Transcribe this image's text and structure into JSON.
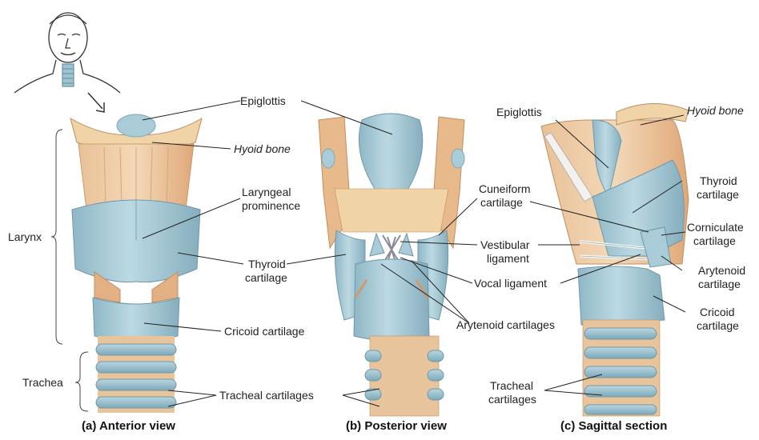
{
  "panels": {
    "anterior": {
      "caption": "(a) Anterior view",
      "labels": {
        "epiglottis": "Epiglottis",
        "hyoid_bone": "Hyoid bone",
        "laryngeal_prominence_1": "Laryngeal",
        "laryngeal_prominence_2": "prominence",
        "thyroid_1": "Thyroid",
        "thyroid_2": "cartilage",
        "cricoid": "Cricoid cartilage",
        "tracheal": "Tracheal cartilages",
        "larynx": "Larynx",
        "trachea": "Trachea"
      }
    },
    "posterior": {
      "caption": "(b) Posterior view",
      "labels": {
        "cuneiform_1": "Cuneiform",
        "cuneiform_2": "cartilage",
        "vestibular_1": "Vestibular",
        "vestibular_2": "ligament",
        "vocal": "Vocal ligament",
        "arytenoid": "Arytenoid cartilages"
      }
    },
    "sagittal": {
      "caption": "(c) Sagittal section",
      "labels": {
        "epiglottis": "Epiglottis",
        "hyoid_bone": "Hyoid bone",
        "thyroid_1": "Thyroid",
        "thyroid_2": "cartilage",
        "corniculate_1": "Corniculate",
        "corniculate_2": "cartilage",
        "arytenoid_1": "Arytenoid",
        "arytenoid_2": "cartilage",
        "cricoid_1": "Cricoid",
        "cricoid_2": "cartilage",
        "tracheal_1": "Tracheal",
        "tracheal_2": "cartilages"
      }
    }
  },
  "colors": {
    "cartilage": "#a9ccd8",
    "cartilage_dark": "#7fa9b9",
    "muscle": "#e8b98a",
    "muscle_dark": "#d39a67",
    "bone": "#f0d3a6",
    "line": "#222222"
  }
}
